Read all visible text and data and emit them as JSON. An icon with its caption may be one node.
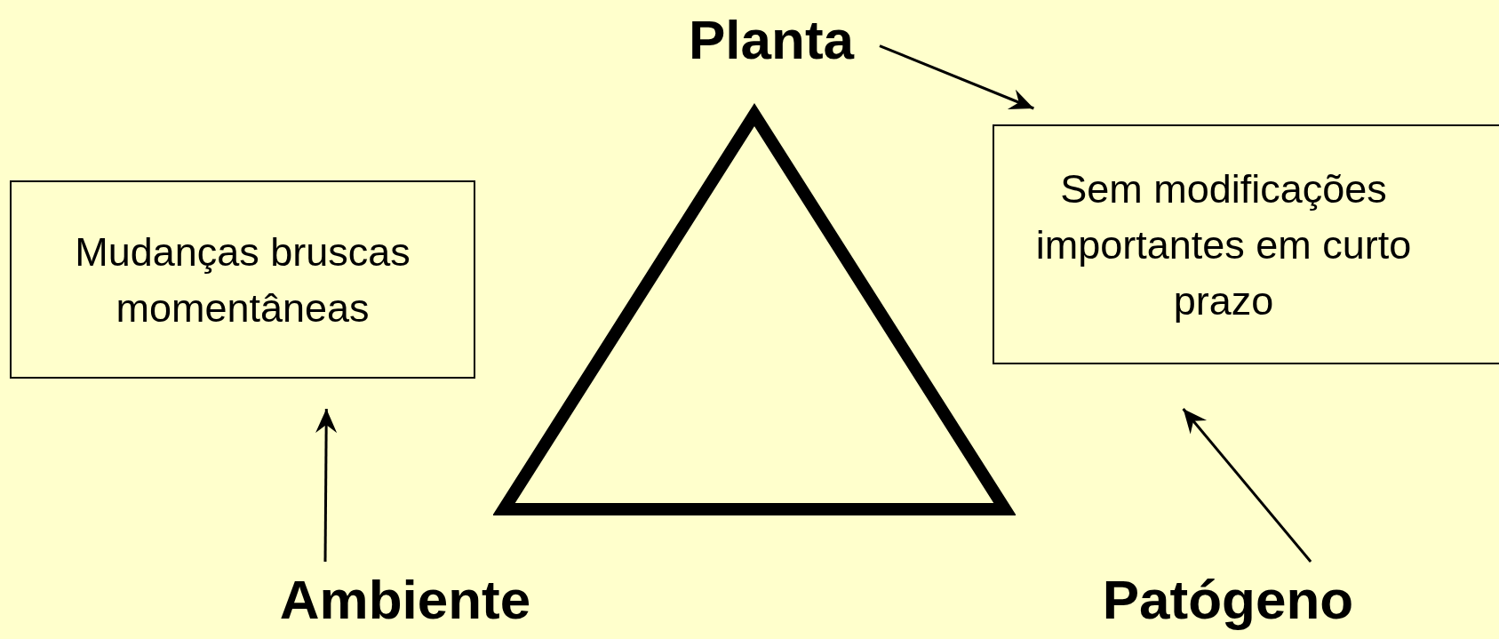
{
  "diagram": {
    "nodes": [
      {
        "text": [
          "Planta"
        ]
      },
      {
        "text": [
          "Mudanças bruscas momentâneas"
        ]
      },
      {
        "text": [
          "Sem modificações importantes em curto prazo"
        ]
      },
      {
        "text": [],
        "shape": "triangle"
      },
      {
        "text": [
          "Ambiente"
        ]
      },
      {
        "text": [
          "Patógeno"
        ]
      }
    ],
    "edges": [
      {
        "from": 0,
        "to": 2,
        "arrow": "to"
      },
      {
        "from": 4,
        "to": 1,
        "arrow": "to"
      },
      {
        "from": 5,
        "to": 2,
        "arrow": "to"
      }
    ]
  }
}
